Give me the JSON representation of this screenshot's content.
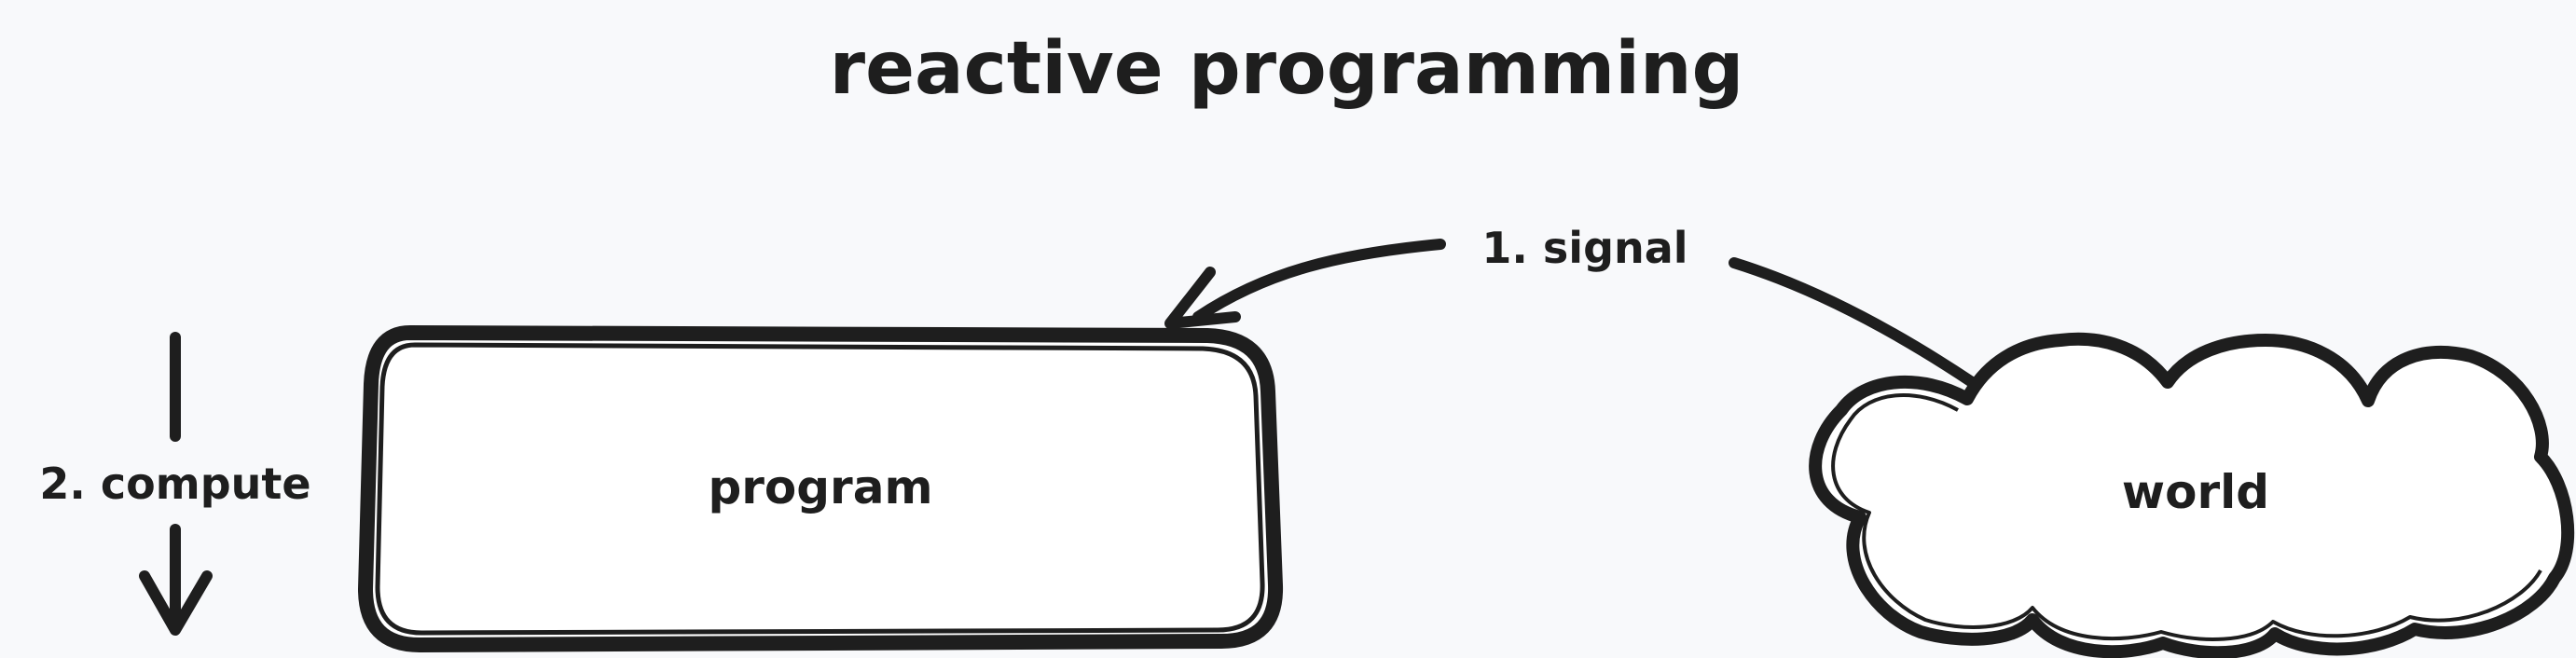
{
  "title": "reactive programming",
  "nodes": {
    "program": {
      "label": "program"
    },
    "world": {
      "label": "world"
    }
  },
  "edges": {
    "signal": {
      "label": "1. signal"
    },
    "compute": {
      "label": "2. compute"
    }
  },
  "colors": {
    "background": "#f8f9fb",
    "stroke": "#1e1e1e",
    "fill": "#ffffff"
  }
}
